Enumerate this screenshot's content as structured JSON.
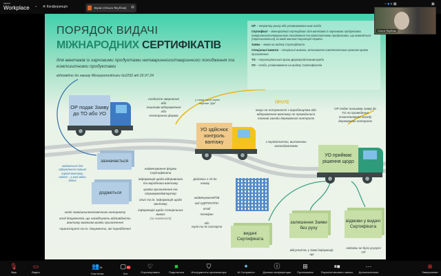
{
  "topbar": {
    "brand_small": "zoom",
    "brand": "Workplace",
    "conference_label": "Конференція",
    "share_label": "Экран (Ольга Якубчак)"
  },
  "video": {
    "participant_name": "Ольга Якубчак"
  },
  "slide": {
    "title_line1": "ПОРЯДОК ВИДАЧІ",
    "title_line2_a": "МІЖНАРОДНИХ",
    "title_line2_b": "СЕРТИФІКАТІВ",
    "subtitle": "для вантажів із харчовими продуктами нетваринного/тваринного походження та композитними продуктами",
    "order": "відповідно до наказу Мінагрополітики №2252 від 26.07.24",
    "definitions": [
      {
        "term": "ОР",
        "text": " – оператор ринку або уповноважена ним особа"
      },
      {
        "term": "Сертифікат",
        "text": " – міжнародний сертифікат для вантажів із харчовими продуктами тваринного/нетваринного походження та композитними продуктами, що вивозяться (пересилаються) за межі митної території України"
      },
      {
        "term": "Заява",
        "text": " – заява на видачу Сертифіката"
      },
      {
        "term": "Спеціальні вимоги",
        "text": " – спеціальні вимоги, встановлені компетентним органом країни призначення"
      },
      {
        "term": "ТО",
        "text": " – територіальний орган Держпродспоживслужби"
      },
      {
        "term": "УО",
        "text": " – особа, уповноважена на видачу Сертифікатів"
      }
    ],
    "truck1": "ОР подає Заяву до ТО або УО",
    "submit_ways": [
      "особисте звернення",
      "або",
      "поштове відправлення",
      "або",
      "електронна форма"
    ],
    "diia": "у тому числі через портал \"Дія\"",
    "truck2": "УО здійснює контроль вантажу",
    "however": "ПРОТЕ",
    "however_text": "якщо на потужності з виробництва або відправлення вантажу не проводилися планові заходи державного контролю",
    "periodicity": "з періодичністю, визначеною законодавством",
    "op_request": "ОР подає письмову заяву до ТО на проведення позапланового заходу державного контролю",
    "truck3": "УО приймає рішення щодо",
    "box_indicated": "зазначається",
    "box_attached": "додаються",
    "first_batch_note": "надаються для оформлення першої партії вантажу, надалі – у разі зміни даних",
    "indicated_list": [
      "найменування форми Сертифіката",
      "інформація щодо відправника та виробника вантажу",
      "країна призначення та отримувач/імпортер",
      "опис та ін. інформація щодо вантажу",
      "інформація щодо Спеціальних вимог",
      "(за наявності)"
    ],
    "annexes": "Додатки 1-15 до наказу",
    "contact_list": [
      "найменування/ПІБ",
      "код ЄДРПОУ/ІПН",
      "email",
      "телефон",
      "або",
      "серія та № паспорта"
    ],
    "attached_list": [
      "копія зовнішньоекономічного контракту",
      "копії документів, що засвідчують відповідність вантажу вимогам країни призначення",
      "транспортні та ін. документи, які передбачені"
    ],
    "decision_issue": "видачі Сертифіката",
    "decision_leave": "залишення Заяви без руху",
    "decision_refuse": "відмови у видачі Сертифіката",
    "leave_reason": "відсутність у Заяві інформації, що",
    "refuse_reason": "недоліки не були усунуті ОР"
  },
  "bottombar": {
    "items": [
      "Звук",
      "Видео",
      "Участники",
      "Чат",
      "Отреагировать",
      "Поделиться",
      "Инструменты организатора",
      "AI Companion",
      "Данные конференции",
      "Приложения",
      "Пауза/остановить запись",
      "Дополнительно",
      "Завершение"
    ],
    "participants_count": "41",
    "chat_badge": "20"
  }
}
